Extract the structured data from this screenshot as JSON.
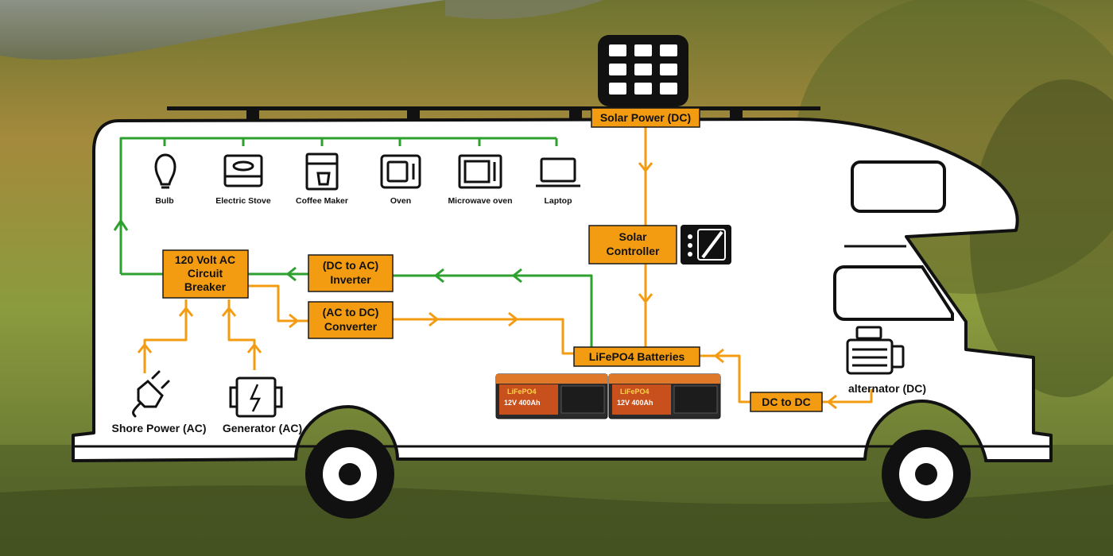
{
  "colors": {
    "ac_line": "#2ea02e",
    "dc_line": "#f39c12",
    "box_fill": "#f39c12",
    "rv_body": "#ffffff",
    "outline": "#111111",
    "sky_hill": "#7d8b3a",
    "grass": "#8a9a42"
  },
  "appliances": [
    {
      "label": "Bulb",
      "icon": "bulb-icon"
    },
    {
      "label": "Electric Stove",
      "icon": "electric-stove-icon"
    },
    {
      "label": "Coffee Maker",
      "icon": "coffee-maker-icon"
    },
    {
      "label": "Oven",
      "icon": "oven-icon"
    },
    {
      "label": "Microwave oven",
      "icon": "microwave-icon"
    },
    {
      "label": "Laptop",
      "icon": "laptop-icon"
    }
  ],
  "boxes": {
    "solar_power": "Solar Power (DC)",
    "solar_controller": [
      "Solar",
      "Controller"
    ],
    "breaker": [
      "120 Volt AC",
      "Circuit",
      "Breaker"
    ],
    "inverter": [
      "(DC to AC)",
      "Inverter"
    ],
    "converter": [
      "(AC to DC)",
      "Converter"
    ],
    "batteries": "LiFePO4 Batteries",
    "dc_to_dc": "DC to DC"
  },
  "sources": {
    "shore": "Shore Power (AC)",
    "generator": "Generator (AC)",
    "alternator": "alternator (DC)"
  },
  "battery_label": {
    "brand": "LiFePO4",
    "spec": "12V 400Ah"
  }
}
